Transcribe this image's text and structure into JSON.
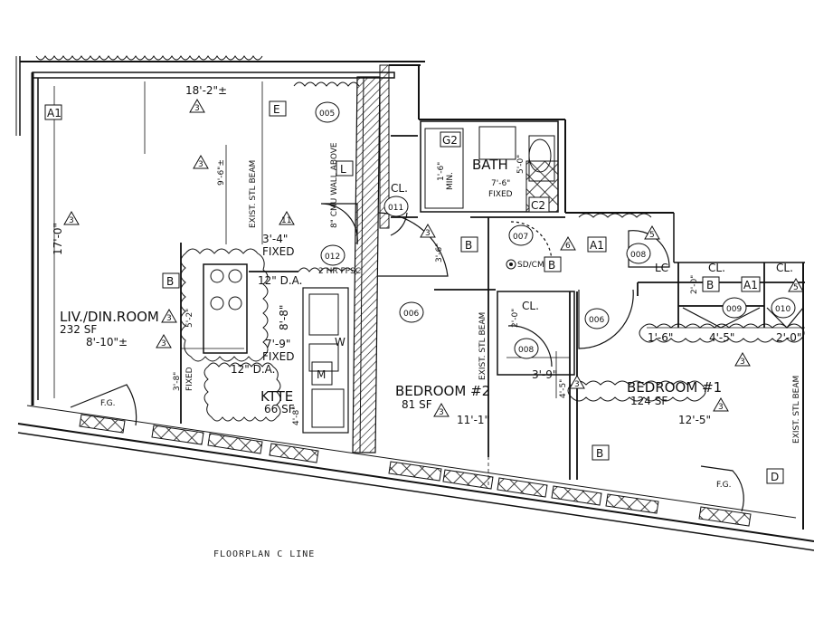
{
  "caption": "FLOORPLAN C LINE",
  "rooms": {
    "living": {
      "name": "LIV./DIN.ROOM",
      "area": "232 SF",
      "dim": "8'-10\"±"
    },
    "kitchen": {
      "name": "KTTE",
      "area": "66 SF"
    },
    "bath": {
      "name": "BATH"
    },
    "bedroom2": {
      "name": "BEDROOM #2",
      "area": "81 SF",
      "dim": "11'-1\""
    },
    "bedroom1": {
      "name": "BEDROOM #1",
      "area": "124 SF",
      "dim": "12'-5\""
    }
  },
  "closets": {
    "a": "CL.",
    "b": "CL.",
    "c": "CL.",
    "d": "CL."
  },
  "notes": {
    "beam_left": "EXIST. STL BEAM",
    "beam_mid": "EXIST. STL BEAM",
    "beam_right": "EXIST. STL BEAM",
    "cmu_wall": "8\" CMU WALL ABOVE",
    "hr_rated": "2 HR FPSC",
    "fixed_1": "FIXED",
    "fixed_2": "FIXED",
    "fixed_3": "FIXED",
    "fixed_bath": "FIXED",
    "da_1": "12\" D.A.",
    "da_2": "12\" D.A.",
    "sd_cm": "SD/CM",
    "fg_left": "F.G.",
    "fg_right": "F.G.",
    "min": "MIN.",
    "w_label": "W",
    "m_label": "M",
    "lc_label": "LC"
  },
  "dims": {
    "d_18_2": "18'-2\"±",
    "d_9_6": "9'-6\"±",
    "d_17_0": "17'-0\"",
    "d_3_4": "3'-4\"",
    "d_8_8": "8'-8\"",
    "d_7_9": "7'-9\"",
    "d_5_2": "5'-2\"",
    "d_3_8": "3'-8\"",
    "d_4_8": "4'-8\"",
    "d_3_6": "3'-6\"",
    "d_1_6a": "1'-6\"",
    "d_7_6": "7'-6\"",
    "d_5_0": "5'-0\"",
    "d_2_0a": "2'-0\"",
    "d_3_9": "3'-9\"",
    "d_4_5b": "4'-5\"",
    "d_1_6b": "1'-6\"",
    "d_4_5": "4'-5\"",
    "d_2_0b": "2'-0\"",
    "d_2_0c": "2'-0\""
  },
  "tags": {
    "t_a1_left": "A1",
    "t_e": "E",
    "t_b_liv": "B",
    "t_l": "L",
    "t_b_hall": "B",
    "t_b_bed": "B",
    "t_b_bot": "B",
    "t_a1_mid": "A1",
    "t_b_cl": "B",
    "t_a1_cl": "A1",
    "t_d": "D",
    "t_g2": "G2",
    "t_c2": "C2"
  },
  "doors": {
    "d005": "005",
    "d006a": "006",
    "d006b": "006",
    "d007": "007",
    "d008": "008",
    "d009": "009",
    "d010": "010",
    "d011": "011",
    "d012": "012",
    "d008b": "008"
  },
  "keynotes": {
    "k3": "3",
    "k11": "11",
    "k6": "6",
    "k5": "5"
  }
}
